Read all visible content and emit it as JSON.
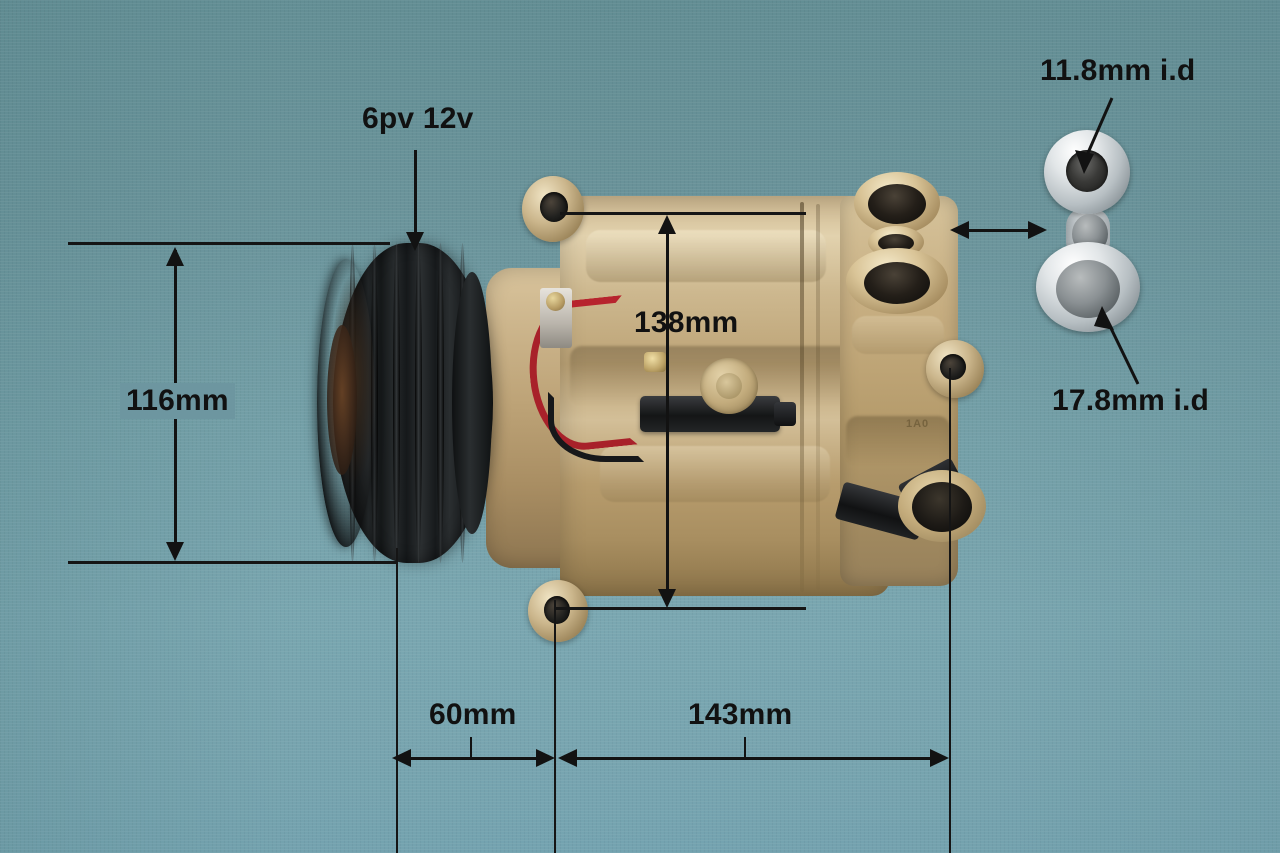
{
  "image": {
    "subject": "air conditioning compressor with dimension annotations",
    "background_color": "#74a0a8",
    "annotation_color": "#121212"
  },
  "annotations": {
    "belt_spec": {
      "label": "6pv 12v",
      "pointer": "down-arrow",
      "target": "pulley"
    },
    "port_upper": {
      "label": "11.8mm i.d",
      "pointer": "diagonal-arrow-down-left",
      "target": "manifold-upper-port"
    },
    "port_lower": {
      "label": "17.8mm i.d",
      "pointer": "diagonal-arrow-up-left",
      "target": "manifold-lower-port"
    },
    "height_overall": {
      "label": "116mm",
      "type": "vertical-dimension",
      "target": "pulley-diameter"
    },
    "height_body": {
      "label": "138mm",
      "type": "vertical-dimension",
      "target": "compressor-body-height"
    },
    "length_pulley": {
      "label": "60mm",
      "type": "horizontal-dimension",
      "target": "pulley-to-front-mount"
    },
    "length_body": {
      "label": "143mm",
      "type": "horizontal-dimension",
      "target": "front-mount-to-rear-mount"
    },
    "mating_gap": {
      "label": "",
      "type": "double-arrow",
      "target": "compressor-ports-to-manifold"
    }
  },
  "parts": {
    "pulley": "6-groove poly-v pulley",
    "clutch": "electromagnetic clutch plate",
    "body": "aluminium compressor housing",
    "wire_red": "red field coil lead",
    "connector": "black electrical connector",
    "ports": "gold figure-8 suction/discharge port face",
    "manifold": "silver figure-8 manifold block",
    "cast_mark": "1A0"
  }
}
